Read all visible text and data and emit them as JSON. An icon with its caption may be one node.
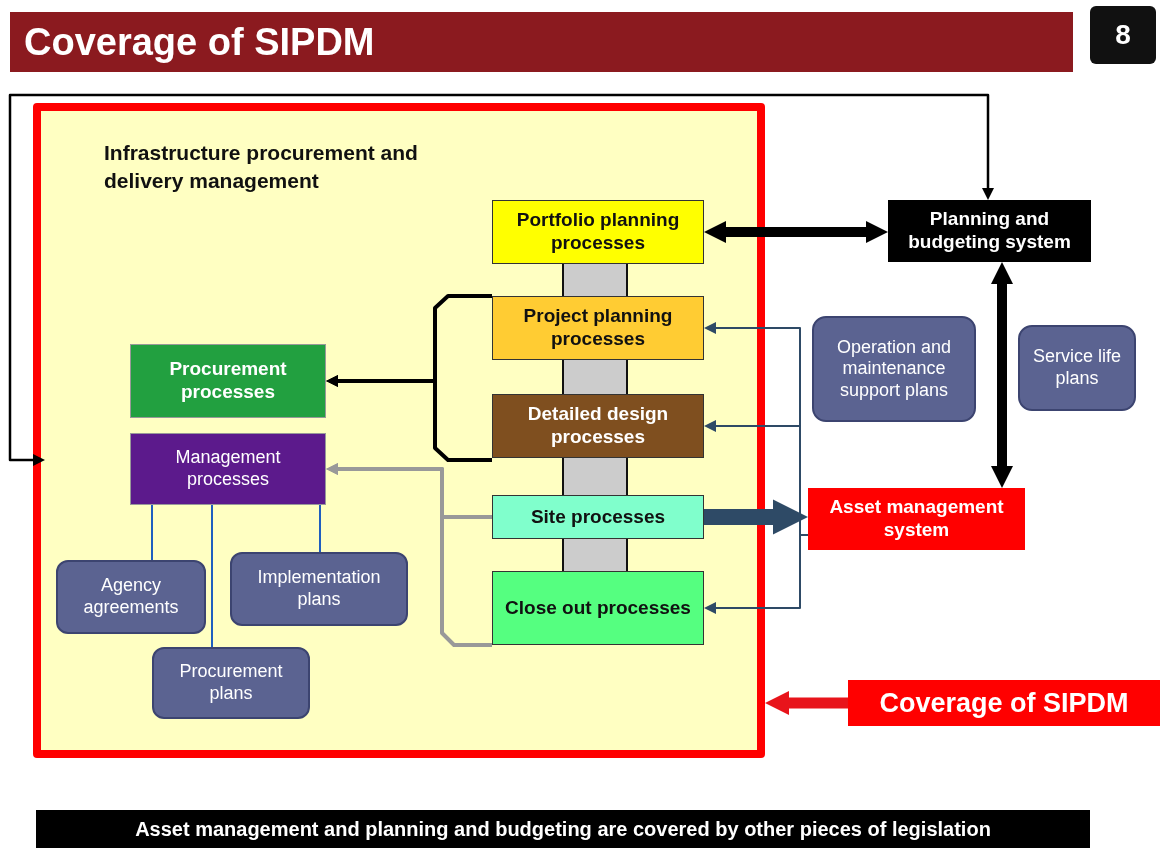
{
  "diagram": {
    "title": "Coverage of SIPDM",
    "caption": "Asset management and planning and budgeting are covered by other pieces of legislation",
    "nodes": [
      {
        "text": [
          "Infrastructure procurement and delivery management"
        ]
      },
      {
        "text": [
          "Portfolio planning processes"
        ],
        "in": 0
      },
      {
        "text": [
          "Project planning processes"
        ],
        "in": 0
      },
      {
        "text": [
          "Detailed design processes"
        ],
        "in": 0
      },
      {
        "text": [
          "Site processes"
        ],
        "in": 0
      },
      {
        "text": [
          "Close out processes"
        ],
        "in": 0
      },
      {
        "text": [
          "Procurement processes"
        ],
        "in": 0
      },
      {
        "text": [
          "Management processes"
        ],
        "in": 0
      },
      {
        "text": [
          "Agency agreements"
        ],
        "in": 0
      },
      {
        "text": [
          "Implementation plans"
        ],
        "in": 0
      },
      {
        "text": [
          "Procurement plans"
        ],
        "in": 0
      },
      {
        "text": [
          "Planning and budgeting system"
        ]
      },
      {
        "text": [
          "Operation and maintenance support plans"
        ]
      },
      {
        "text": [
          "Service life plans"
        ]
      },
      {
        "text": [
          "Asset management system"
        ]
      },
      {
        "text": [
          "Coverage of SIPDM"
        ]
      },
      {
        "text": [],
        "shape": "bar",
        "in": 0
      },
      {
        "text": [],
        "shape": "bar",
        "in": 0
      },
      {
        "text": [],
        "shape": "bar",
        "in": 0
      },
      {
        "text": [],
        "shape": "bar",
        "in": 0
      }
    ],
    "edges": [
      {
        "from": 1,
        "to": 11,
        "arrow": "both",
        "style": "thick"
      },
      {
        "from": 11,
        "to": 14,
        "arrow": "both",
        "style": "thick"
      },
      {
        "from": 0,
        "to": 11,
        "arrow": "both"
      },
      {
        "from": 2,
        "to": 6,
        "arrow": "to"
      },
      {
        "from": 3,
        "to": 6,
        "arrow": "to"
      },
      {
        "from": 4,
        "to": 7,
        "arrow": "to",
        "color": "#999999"
      },
      {
        "from": 5,
        "to": 7,
        "arrow": "to",
        "color": "#999999"
      },
      {
        "from": 4,
        "to": 14,
        "arrow": "to",
        "style": "thick",
        "color": "#2e4a66"
      },
      {
        "from": 14,
        "to": 2,
        "arrow": "to",
        "color": "#2e4a66"
      },
      {
        "from": 14,
        "to": 3,
        "arrow": "to",
        "color": "#2e4a66"
      },
      {
        "from": 14,
        "to": 5,
        "arrow": "to",
        "color": "#2e4a66"
      },
      {
        "from": 7,
        "to": 8,
        "arrow": "none",
        "color": "#1f5fbf"
      },
      {
        "from": 7,
        "to": 10,
        "arrow": "none",
        "color": "#1f5fbf"
      },
      {
        "from": 7,
        "to": 9,
        "arrow": "none",
        "color": "#1f5fbf"
      },
      {
        "from": 15,
        "to": 0,
        "arrow": "to",
        "style": "thick",
        "color": "#e8141b"
      }
    ],
    "labels": [
      "8"
    ]
  }
}
